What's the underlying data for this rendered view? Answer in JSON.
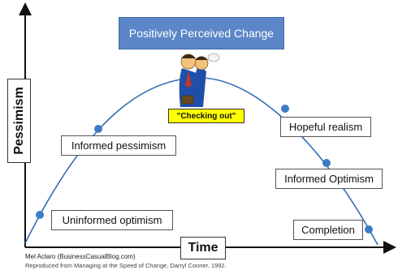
{
  "title": "Positively Perceived Change",
  "y_axis_label": "Pessimism",
  "x_axis_label": "Time",
  "callout": "\"Checking out\"",
  "stages": {
    "uninformed_optimism": "Uninformed optimism",
    "informed_pessimism": "Informed pessimism",
    "hopeful_realism": "Hopeful realism",
    "informed_optimism": "Informed Optimism",
    "completion": "Completion"
  },
  "credits": {
    "line1": "Mel Aclaro (BusinessCasualBlog.com)",
    "line2": "Reproduced from Managing at the Speed of Change, Darryl Conner, 1992."
  },
  "colors": {
    "curve": "#2f6db5",
    "marker": "#3d7cc4",
    "banner": "#5b86c7",
    "callout": "#ffff00"
  }
}
